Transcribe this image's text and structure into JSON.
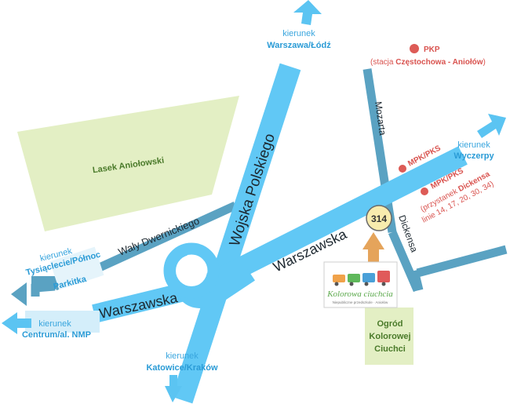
{
  "roads": {
    "wojska_polskiego": "Wojska Polskiego",
    "warszawska_east": "Warszawska",
    "warszawska_west": "Warszawska",
    "waly_dwernickiego": "Wały Dwernickiego",
    "dickensa": "Dickensa",
    "mozarta": "Mozarta"
  },
  "directions": {
    "north": {
      "prefix": "kierunek",
      "name": "Warszawa/Łódź"
    },
    "east": {
      "prefix": "kierunek",
      "name": "Wyczerpy"
    },
    "west_upper": {
      "prefix": "kierunek",
      "name": "Tysiąclecie/Północ",
      "name2": "Parkitka"
    },
    "west_lower": {
      "prefix": "kierunek",
      "name": "Centrum/al. NMP"
    },
    "south": {
      "prefix": "kierunek",
      "name": "Katowice/Kraków"
    }
  },
  "areas": {
    "lasek": "Lasek Aniołowski",
    "ogrod": [
      "Ogród",
      "Kolorowej",
      "Ciuchci"
    ]
  },
  "pois": {
    "pkp": {
      "title": "PKP",
      "subtitle_prefix": "(stacja ",
      "subtitle_bold": "Częstochowa - Aniołów",
      "subtitle_suffix": ")"
    },
    "mpk1": {
      "title": "MPK/PKS"
    },
    "mpk2": {
      "title": "MPK/PKS",
      "line1_prefix": "(przystanek ",
      "line1_bold": "Dickensa",
      "line2": "linie 14, 17, 20, 30, 34)"
    }
  },
  "house_number": "314",
  "logo": {
    "text": "Kolorowa ciuchcia",
    "tagline": "Niepubliczne przedszkole · Aniołów"
  },
  "colors": {
    "main_road": "#61c8f5",
    "side_road": "#5aa2c2",
    "park": "#e3efc4",
    "arrow_blue": "#5bc4f2",
    "arrow_orange": "#e5a45b",
    "poi_red": "#dd5b56",
    "marker_fill": "#f8ecae"
  }
}
